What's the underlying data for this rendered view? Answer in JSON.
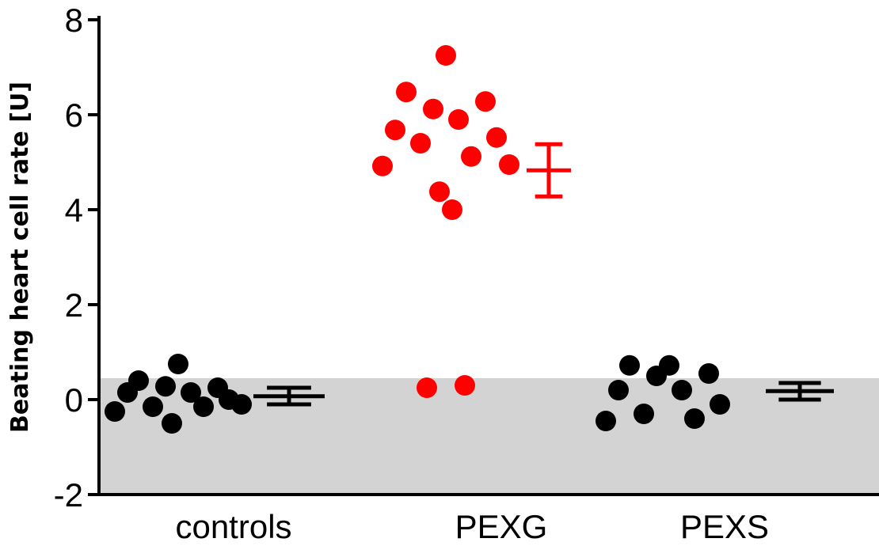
{
  "chart_data": {
    "type": "scatter",
    "title": "",
    "xlabel": "",
    "ylabel": "Beating heart cell rate [U]",
    "ylim": [
      -2,
      8
    ],
    "yticks": [
      -2,
      0,
      2,
      4,
      6,
      8
    ],
    "grid": false,
    "legend": "none",
    "categories": [
      "controls",
      "PEXG",
      "PEXS"
    ],
    "threshold_band": {
      "ymin": -2,
      "ymax": 0.45,
      "color": "#d3d3d3"
    },
    "series": [
      {
        "category": "controls",
        "color": "#000000",
        "points": [
          0.75,
          0.4,
          0.25,
          0.28,
          0.15,
          0.15,
          0.0,
          -0.15,
          -0.15,
          -0.25,
          -0.1,
          -0.5
        ],
        "mean": 0.07,
        "error_upper": 0.25,
        "error_lower": -0.1
      },
      {
        "category": "PEXG",
        "color": "#ff0000",
        "points": [
          7.25,
          6.48,
          6.28,
          6.12,
          5.9,
          5.68,
          5.52,
          5.4,
          5.12,
          4.92,
          4.95,
          4.38,
          4.0,
          0.25,
          0.3
        ],
        "mean": 4.83,
        "error_upper": 5.38,
        "error_lower": 4.28
      },
      {
        "category": "PEXS",
        "color": "#000000",
        "points": [
          0.72,
          0.72,
          0.55,
          0.5,
          0.2,
          0.2,
          -0.1,
          -0.3,
          -0.4,
          -0.45
        ],
        "mean": 0.18,
        "error_upper": 0.35,
        "error_lower": 0.0
      }
    ]
  }
}
